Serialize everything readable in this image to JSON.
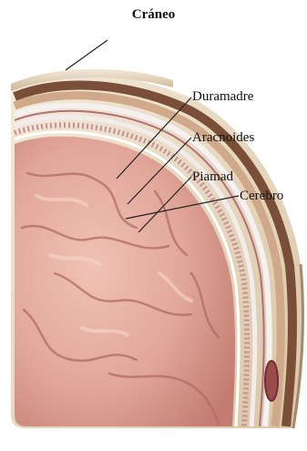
{
  "title": "Cráneo",
  "labels": {
    "duramadre": "Duramadre",
    "aracnoides": "Aracnoides",
    "piamad": "Piamad",
    "cerebro": "Cerebro"
  },
  "colors": {
    "background": "#ffffff",
    "brain": "#e2a79b",
    "brain_shadow": "#c47d72",
    "skull": "#e9dcc6",
    "bone_dark": "#7b4e38",
    "membrane_white": "#f6f1f1",
    "membrane_pink": "#d9a5ad",
    "line": "#222222"
  }
}
